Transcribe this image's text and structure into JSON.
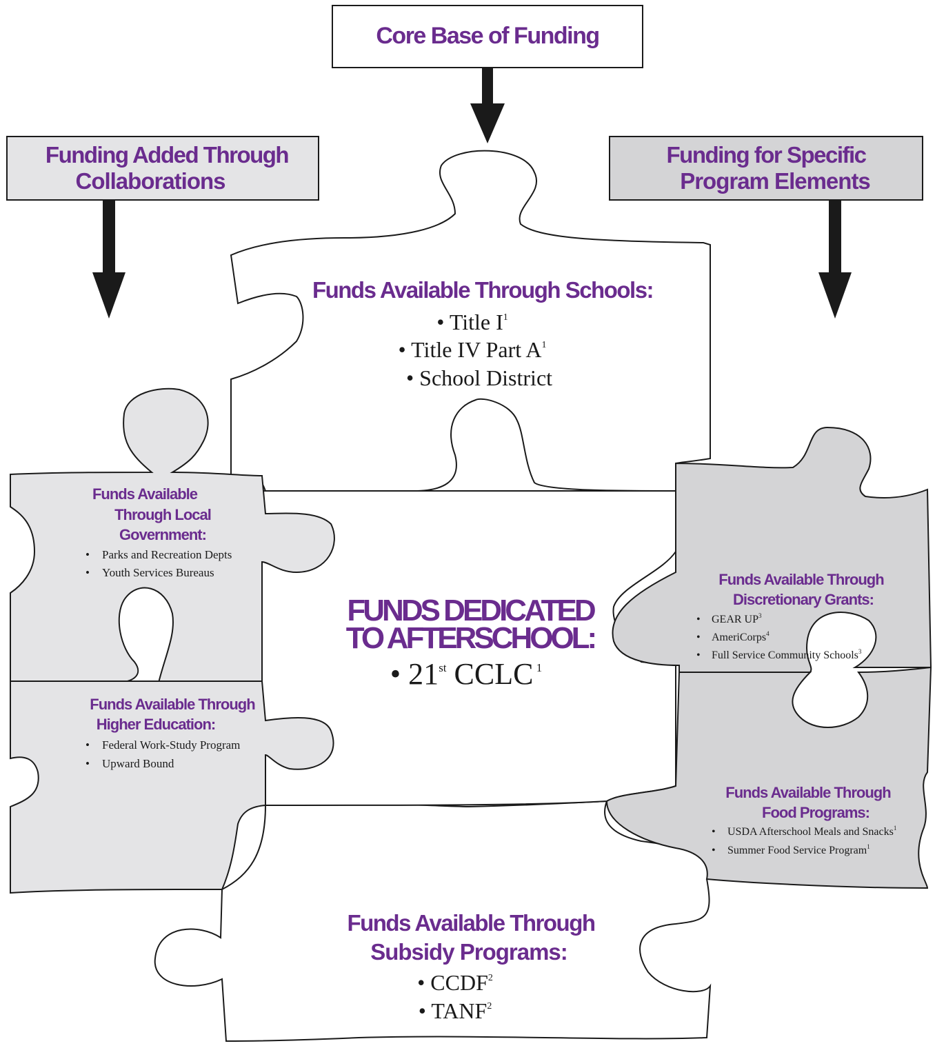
{
  "colors": {
    "heading": "#6a2c8e",
    "box_top_fill": "#ffffff",
    "box_left_fill": "#e4e4e6",
    "box_right_fill": "#d4d4d6",
    "piece_light": "#e4e4e6",
    "piece_mid": "#d4d4d6",
    "outline": "#1a1a1a"
  },
  "header_boxes": {
    "core": {
      "label": "Core Base of Funding"
    },
    "collaborations": {
      "line1": "Funding Added Through",
      "line2": "Collaborations"
    },
    "specific": {
      "line1": "Funding for Specific",
      "line2": "Program Elements"
    }
  },
  "schools": {
    "title": "Funds Available Through Schools:",
    "items": [
      {
        "text": "• Title I",
        "sup": "1"
      },
      {
        "text": "• Title IV Part A",
        "sup": "1"
      },
      {
        "text": "• School District",
        "sup": ""
      }
    ]
  },
  "local_government": {
    "title_lines": [
      "Funds Available",
      "Through Local",
      "Government:"
    ],
    "items": [
      "Parks and Recreation Depts",
      "Youth Services Bureaus"
    ]
  },
  "higher_education": {
    "title_lines": [
      "Funds Available Through",
      "Higher Education:"
    ],
    "items": [
      "Federal Work-Study Program",
      "Upward Bound"
    ]
  },
  "center": {
    "title_lines": [
      "FUNDS DEDICATED",
      "TO AFTERSCHOOL:"
    ],
    "item": {
      "prefix": "• 21",
      "st": "st",
      "name": "CCLC",
      "sup": "1"
    }
  },
  "discretionary": {
    "title_lines": [
      "Funds Available Through",
      "Discretionary Grants:"
    ],
    "items": [
      {
        "text": "GEAR UP",
        "sup": "3"
      },
      {
        "text": "AmeriCorps",
        "sup": "4"
      },
      {
        "text": "Full Service Community Schools",
        "sup": "3"
      }
    ]
  },
  "food": {
    "title_lines": [
      "Funds Available Through",
      "Food Programs:"
    ],
    "items": [
      {
        "text": "USDA Afterschool Meals and Snacks",
        "sup": "1"
      },
      {
        "text": "Summer Food Service Program",
        "sup": "1"
      }
    ]
  },
  "subsidy": {
    "title_lines": [
      "Funds Available Through",
      "Subsidy Programs:"
    ],
    "items": [
      {
        "text": "• CCDF",
        "sup": "2"
      },
      {
        "text": "• TANF",
        "sup": "2"
      }
    ]
  },
  "bullet": "•"
}
